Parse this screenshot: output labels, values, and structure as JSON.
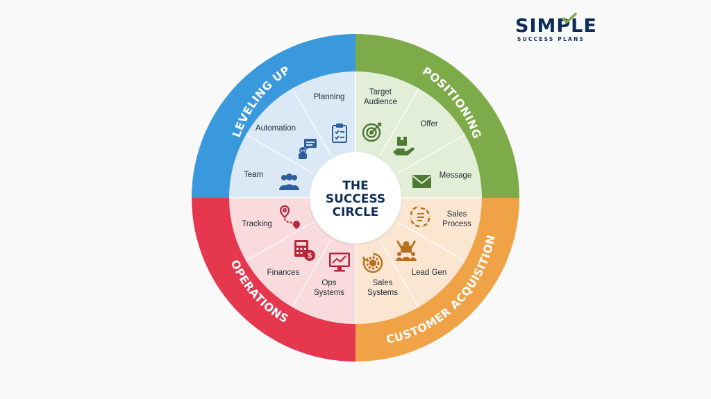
{
  "brand": {
    "name": "SIMPLE",
    "tagline": "SUCCESS PLANS"
  },
  "center": {
    "line1": "THE",
    "line2": "SUCCESS",
    "line3": "CIRCLE"
  },
  "quadrants": [
    {
      "title": "LEVELING UP",
      "color": "#3a98dc",
      "fill": "#dbe9f7",
      "items": [
        {
          "label": [
            "Planning"
          ],
          "icon": "clipboard-checklist-icon"
        },
        {
          "label": [
            "Automation"
          ],
          "icon": "robot-chat-icon"
        },
        {
          "label": [
            "Team"
          ],
          "icon": "team-people-icon"
        }
      ]
    },
    {
      "title": "POSITIONING",
      "color": "#7eab4a",
      "fill": "#e3eed8",
      "items": [
        {
          "label": [
            "Target",
            "Audience"
          ],
          "icon": "target-icon"
        },
        {
          "label": [
            "Offer"
          ],
          "icon": "hand-box-icon"
        },
        {
          "label": [
            "Message"
          ],
          "icon": "envelope-icon"
        }
      ]
    },
    {
      "title": "CUSTOMER ACQUISITION",
      "color": "#f0a246",
      "fill": "#fbe6d2",
      "items": [
        {
          "label": [
            "Sales",
            "Process"
          ],
          "icon": "process-cycle-icon"
        },
        {
          "label": [
            "Lead Gen"
          ],
          "icon": "people-raise-icon"
        },
        {
          "label": [
            "Sales",
            "Systems"
          ],
          "icon": "gear-cycle-icon"
        }
      ]
    },
    {
      "title": "OPERATIONS",
      "color": "#e5384f",
      "fill": "#f9dadd",
      "items": [
        {
          "label": [
            "Tracking"
          ],
          "icon": "route-pin-icon"
        },
        {
          "label": [
            "Finances"
          ],
          "icon": "calculator-dollar-icon"
        },
        {
          "label": [
            "Ops",
            "Systems"
          ],
          "icon": "monitor-chart-icon"
        }
      ]
    }
  ],
  "colors": {
    "navy": "#0c2d57",
    "icon_blue": "#2d5f9e",
    "icon_green": "#4f7a34",
    "icon_orange": "#b5701f",
    "icon_red": "#b7263a"
  }
}
